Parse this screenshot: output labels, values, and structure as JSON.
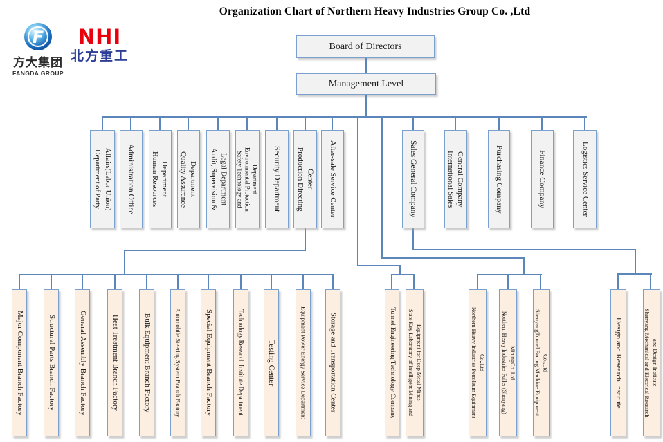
{
  "title": "Organization Chart of Northern Heavy Industries  Group Co. ,Ltd",
  "logos": {
    "fangda": {
      "cn": "方大集团",
      "en": "FANGDA GROUP",
      "mark": "F"
    },
    "nhi": {
      "abbr": "NHI",
      "cn": "北方重工"
    }
  },
  "hierarchy": {
    "board": "Board of Directors",
    "management": "Management Level",
    "departments": [
      {
        "label": "Department of Party Affairs(Labor Union)",
        "lines": [
          "Department of Party",
          "Affairs(Labor Union)"
        ]
      },
      {
        "label": "Administration Office",
        "lines": [
          "Administration Office"
        ]
      },
      {
        "label": "Human Resources Department",
        "lines": [
          "Human Resources",
          "Department"
        ]
      },
      {
        "label": "Quality Assurance Department",
        "lines": [
          "Quality Assurance",
          "Department"
        ]
      },
      {
        "label": "Audit, Supervision & Legal Department",
        "lines": [
          "Audit, Supervision &",
          "Legal Department"
        ]
      },
      {
        "label": "Safety Technology and Environmental Protection Department",
        "lines": [
          "Safety Technology and",
          "Environmental Protection",
          "Department"
        ]
      },
      {
        "label": "Security Department",
        "lines": [
          "Security Department"
        ]
      },
      {
        "label": "Production Directing Center",
        "lines": [
          "Production Directing",
          "Center"
        ]
      },
      {
        "label": "After-sale Service Center",
        "lines": [
          "After-sale Service Center"
        ]
      },
      {
        "label": "Sales General Company",
        "lines": [
          "Sales General Company"
        ]
      },
      {
        "label": "International Sales General Company",
        "lines": [
          "International Sales",
          "General Company"
        ]
      },
      {
        "label": "Purchasing Company",
        "lines": [
          "Purchasing Company"
        ]
      },
      {
        "label": "Finance Company",
        "lines": [
          "Finance Company"
        ]
      },
      {
        "label": "Logistics Service Center",
        "lines": [
          "Logistics Service Center"
        ]
      }
    ],
    "production_units": [
      {
        "label": "Major Component Branch Factory",
        "lines": [
          "Major Component Branch Factory"
        ]
      },
      {
        "label": "Structural Parts Branch Factory",
        "lines": [
          "Structural Parts Branch Factory"
        ]
      },
      {
        "label": "General Assembly Branch Factory",
        "lines": [
          "General Assembly Branch Factory"
        ]
      },
      {
        "label": "Heat Treatment Branch Factory",
        "lines": [
          "Heat Treatment Branch Factory"
        ]
      },
      {
        "label": "Bulk Equipment Branch Factory",
        "lines": [
          "Bulk Equipment Branch Factory"
        ]
      },
      {
        "label": "Automobile Steering System Branch Factory",
        "lines": [
          "Automobile Steering System Branch Factory"
        ]
      },
      {
        "label": "Special Equipment Branch Factory",
        "lines": [
          "Special Equipment Branch Factory"
        ]
      },
      {
        "label": "Technology Research Institute Department",
        "lines": [
          "Technology Research Institute Department"
        ]
      },
      {
        "label": "Testing Center",
        "lines": [
          "Testing Center"
        ]
      },
      {
        "label": "Equipment Power Energy Service Department",
        "lines": [
          "Equipment Power Energy Service Department"
        ]
      },
      {
        "label": "Storage and Transportation Center",
        "lines": [
          "Storage and Transportation Center"
        ]
      }
    ],
    "tunnel_group": [
      {
        "label": "Tunnel Engineering Technology Company",
        "lines": [
          "Tunnel Engineering Technology Company"
        ]
      },
      {
        "label": "State Key Laboratory of Intelligent Mining and Equipment for Deep Metal Mines",
        "lines": [
          "State Key Laboratory of Intelligent Mining and",
          "Equipment for Deep Metal Mines"
        ]
      }
    ],
    "subsidiaries": [
      {
        "label": "Northern Heavy Industries Petroleum Equipment Co.,Ltd",
        "lines": [
          "Northern Heavy Industries Petroleum Equipment",
          "Co.,Ltd"
        ]
      },
      {
        "label": "Northern Heavy Industries Fuller (Shenyang) MiningCo.,Ltd",
        "lines": [
          "Northern Heavy Industries Fuller (Shenyang)",
          "MiningCo.,Ltd"
        ]
      },
      {
        "label": "ShenyangTunnel Boring Machine Equipment Co.,Ltd",
        "lines": [
          "ShenyangTunnel Boring Machine Equipment",
          "Co.,Ltd"
        ]
      }
    ],
    "institutes": [
      {
        "label": "Design and Research Institute",
        "lines": [
          "Design and Research Institute"
        ]
      },
      {
        "label": "Shenyang Mechanical and Electrical Research and Design Institute",
        "lines": [
          "Shenyang Mechanical and Electrical Research",
          "and Design Institute"
        ]
      }
    ]
  },
  "colors": {
    "box_border": "#7aa0cf",
    "line": "#5c86ba",
    "tier2_fill": "#f2f2f2",
    "tier3_fill": "#fcefe2",
    "nhi_red": "#e8000d",
    "nhi_blue": "#2d3e96"
  }
}
